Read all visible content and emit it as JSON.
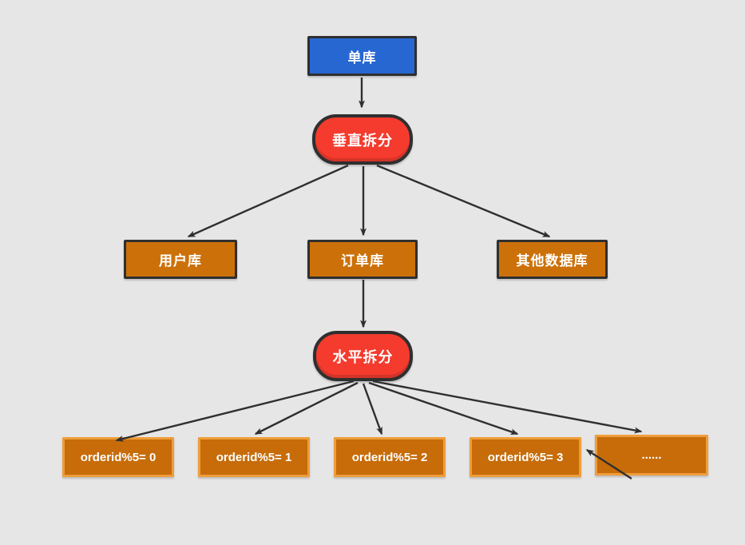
{
  "css_vars": {
    "bg": "#e6e6e6",
    "arrow": "#2f2f2f",
    "border-dark": "#2f2f2f",
    "blue": "#2767d2",
    "red": "#f43b2e",
    "orange": "#cc7109",
    "shard-fill": "#c76c09",
    "shard-border": "#ef9d3b",
    "text": "#ffffff"
  },
  "diagram": {
    "nodes": {
      "single_db": {
        "label": "单库"
      },
      "vertical_split": {
        "label": "垂直拆分"
      },
      "user_db": {
        "label": "用户库"
      },
      "order_db": {
        "label": "订单库"
      },
      "other_db": {
        "label": "其他数据库"
      },
      "horizontal_split": {
        "label": "水平拆分"
      },
      "shards": [
        {
          "label": "orderid%5= 0"
        },
        {
          "label": "orderid%5= 1"
        },
        {
          "label": "orderid%5= 2"
        },
        {
          "label": "orderid%5= 3"
        },
        {
          "label": "......"
        }
      ]
    }
  }
}
